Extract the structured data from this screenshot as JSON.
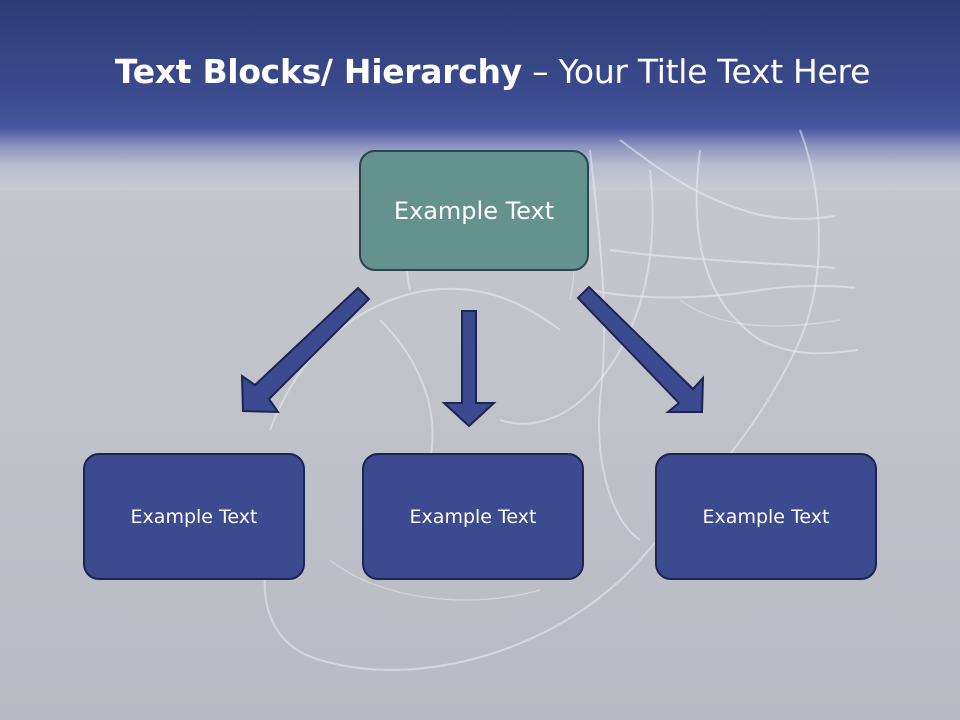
{
  "title": {
    "bold": "Text Blocks/ Hierarchy",
    "rest": " – Your Title Text Here"
  },
  "hierarchy": {
    "top": {
      "label": "Example Text"
    },
    "children": [
      {
        "label": "Example Text"
      },
      {
        "label": "Example Text"
      },
      {
        "label": "Example Text"
      }
    ]
  },
  "colors": {
    "header": "#2e3c78",
    "top_box": "#65918f",
    "child_box": "#3c4a90",
    "arrow_fill": "#3c4a90",
    "arrow_stroke": "#1c2450"
  }
}
